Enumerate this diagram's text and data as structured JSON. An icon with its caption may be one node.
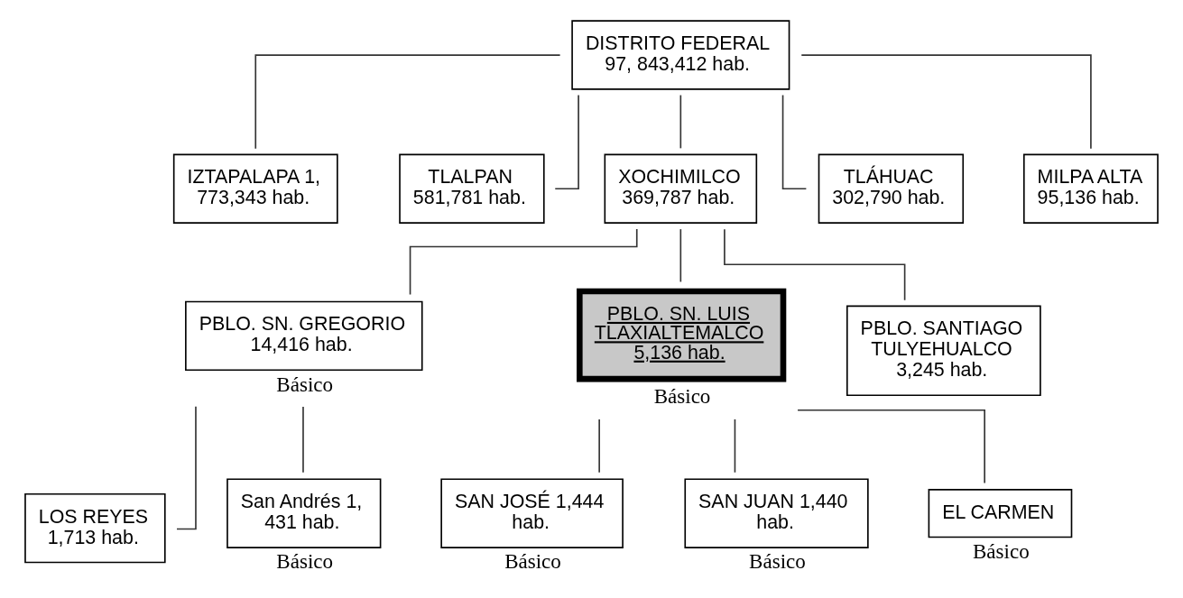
{
  "diagram": {
    "nodes": [
      {
        "text": [
          "DISTRITO FEDERAL 97, 843,412 hab."
        ]
      },
      {
        "text": [
          "IZTAPALAPA 1, 773,343 hab."
        ]
      },
      {
        "text": [
          "TLALPAN 581,781 hab."
        ]
      },
      {
        "text": [
          "XOCHIMILCO 369,787 hab."
        ]
      },
      {
        "text": [
          "TLÁHUAC 302,790 hab."
        ]
      },
      {
        "text": [
          "MILPA ALTA 95,136 hab."
        ]
      },
      {
        "text": [
          "PBLO. SN. GREGORIO 14,416 hab."
        ],
        "beside": [
          "Básico"
        ]
      },
      {
        "text": [
          "PBLO. SN. LUIS TLAXIALTEMALCO 5,136 hab."
        ],
        "beside": [
          "Básico"
        ]
      },
      {
        "text": [
          "PBLO. SANTIAGO TULYEHUALCO 3,245 hab."
        ]
      },
      {
        "text": [
          "LOS REYES 1,713 hab."
        ]
      },
      {
        "text": [
          "San Andrés 1, 431 hab."
        ],
        "beside": [
          "Básico"
        ]
      },
      {
        "text": [
          "SAN JOSÉ 1,444 hab."
        ],
        "beside": [
          "Básico"
        ]
      },
      {
        "text": [
          "SAN JUAN 1,440 hab."
        ],
        "beside": [
          "Básico"
        ]
      },
      {
        "text": [
          "EL CARMEN"
        ],
        "beside": [
          "Básico"
        ]
      }
    ],
    "edges": [
      {
        "from": 0,
        "to": 1,
        "arrow": "none"
      },
      {
        "from": 0,
        "to": 2,
        "arrow": "none"
      },
      {
        "from": 0,
        "to": 3,
        "arrow": "none"
      },
      {
        "from": 0,
        "to": 4,
        "arrow": "none"
      },
      {
        "from": 0,
        "to": 5,
        "arrow": "none"
      },
      {
        "from": 3,
        "to": 6,
        "arrow": "none"
      },
      {
        "from": 3,
        "to": 7,
        "arrow": "none"
      },
      {
        "from": 3,
        "to": 8,
        "arrow": "none"
      },
      {
        "from": 6,
        "to": 9,
        "arrow": "none"
      },
      {
        "from": 6,
        "to": 10,
        "arrow": "none"
      },
      {
        "from": 7,
        "to": 11,
        "arrow": "none"
      },
      {
        "from": 7,
        "to": 12,
        "arrow": "none"
      },
      {
        "from": 7,
        "to": 13,
        "arrow": "none"
      }
    ]
  }
}
